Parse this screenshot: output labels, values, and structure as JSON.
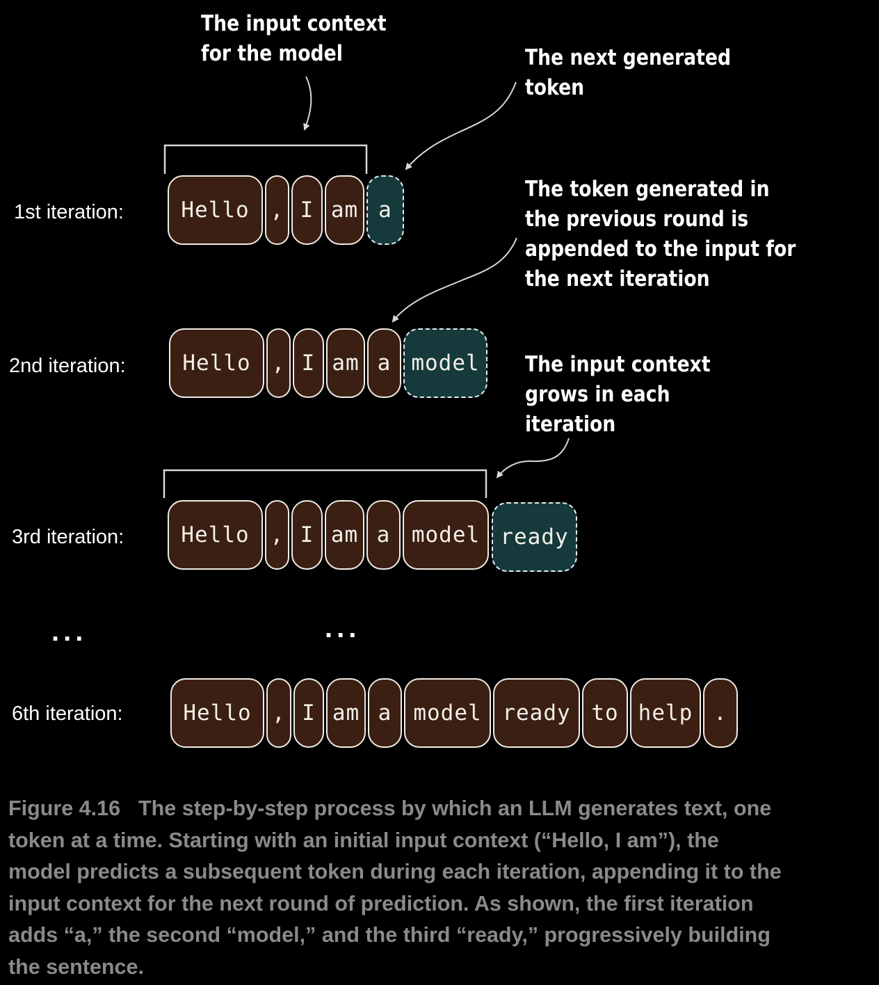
{
  "annotations": {
    "input_context": [
      "The input context",
      "for the model"
    ],
    "next_token": [
      "The next generated",
      "token"
    ],
    "appended": [
      "The token generated in",
      "the previous round is",
      "appended to the input for",
      "the next iteration"
    ],
    "grows": [
      "The input context",
      "grows in each",
      "iteration"
    ]
  },
  "rows": [
    {
      "label": "1st iteration:",
      "tokens": [
        "Hello",
        ",",
        "I",
        "am"
      ],
      "new_token": "a"
    },
    {
      "label": "2nd iteration:",
      "tokens": [
        "Hello",
        ",",
        "I",
        "am",
        "a"
      ],
      "new_token": "model"
    },
    {
      "label": "3rd iteration:",
      "tokens": [
        "Hello",
        ",",
        "I",
        "am",
        "a",
        "model"
      ],
      "new_token": "ready"
    },
    {
      "label": "6th iteration:",
      "tokens": [
        "Hello",
        ",",
        "I",
        "am",
        "a",
        "model",
        "ready",
        "to",
        "help",
        "."
      ],
      "new_token": ""
    }
  ],
  "ellipsis": "...",
  "caption": {
    "figure_label": "Figure 4.16",
    "lines": [
      "The step-by-step process by which an LLM generates text, one",
      "token at a time. Starting with an initial input context (“Hello, I am”), the",
      "model predicts a subsequent token during each iteration, appending it to the",
      "input context for the next round of prediction. As shown, the first iteration",
      "adds “a,” the second “model,” and the third “ready,” progressively building",
      "the sentence."
    ]
  },
  "colors": {
    "background": "#000000",
    "token_fill": "#3a1f12",
    "new_token_fill": "#163a3c",
    "caption_text": "#8a8a8a"
  }
}
